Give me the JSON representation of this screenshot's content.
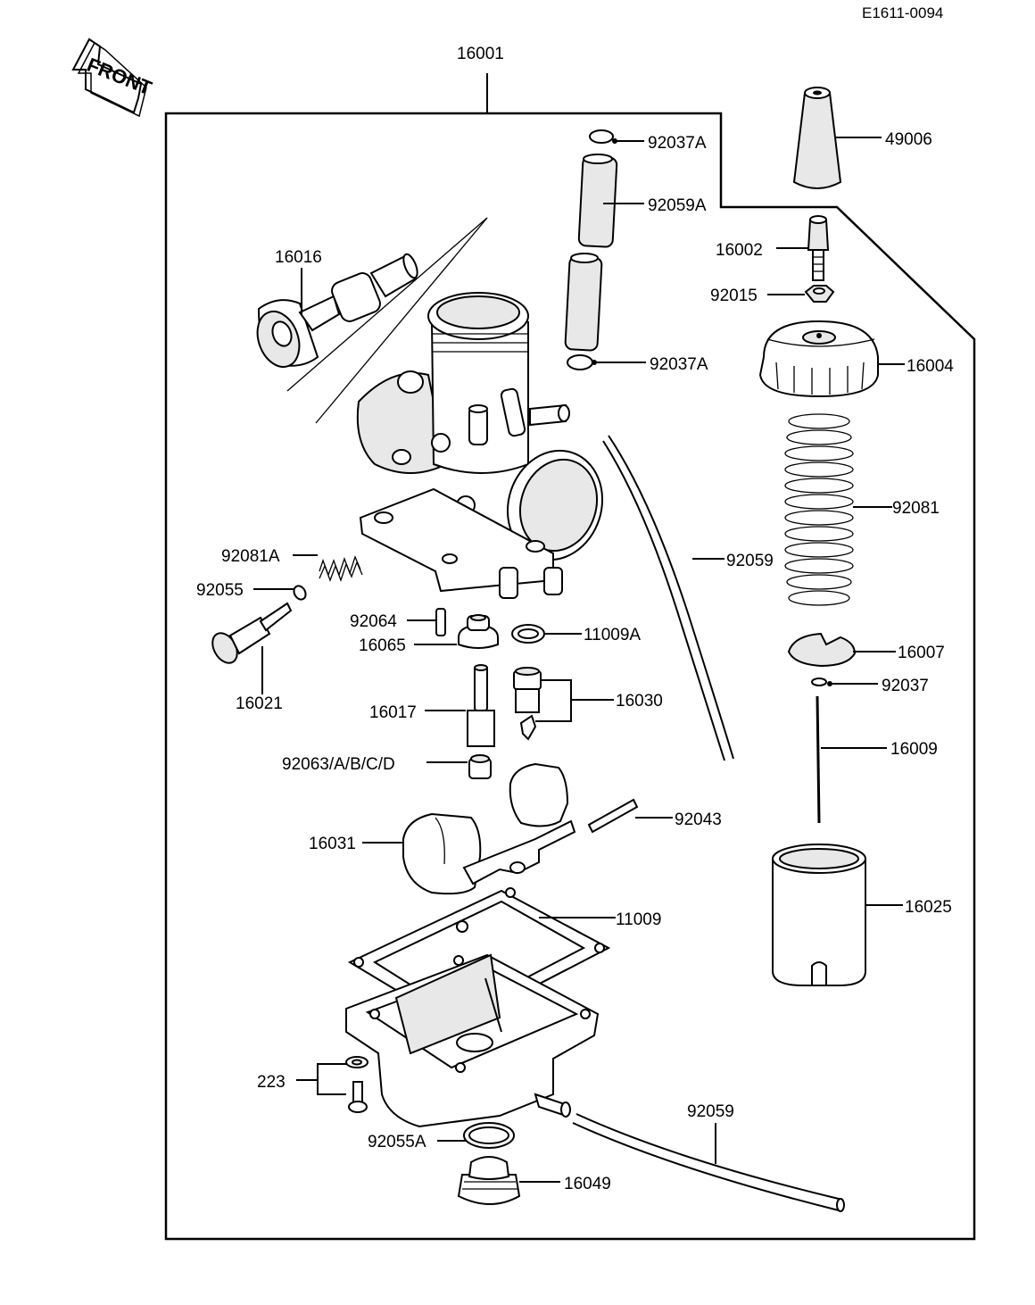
{
  "reference_code": "E1611-0094",
  "front_arrow_text": "FRONT",
  "labels": {
    "p16001": "16001",
    "p92037A_top": "92037A",
    "p92059A": "92059A",
    "p49006": "49006",
    "p16016": "16016",
    "p16002": "16002",
    "p92015": "92015",
    "p92037A_bottom": "92037A",
    "p16004": "16004",
    "p92081": "92081",
    "p92059_right": "92059",
    "p92081A": "92081A",
    "p92055": "92055",
    "p92064": "92064",
    "p11009A": "11009A",
    "p16065": "16065",
    "p16007": "16007",
    "p92037": "92037",
    "p16021": "16021",
    "p16030": "16030",
    "p16017": "16017",
    "p16009": "16009",
    "p92063": "92063/A/B/C/D",
    "p92043": "92043",
    "p16031": "16031",
    "p16025": "16025",
    "p11009": "11009",
    "p223": "223",
    "p92059_bottom": "92059",
    "p92055A": "92055A",
    "p16049": "16049"
  }
}
